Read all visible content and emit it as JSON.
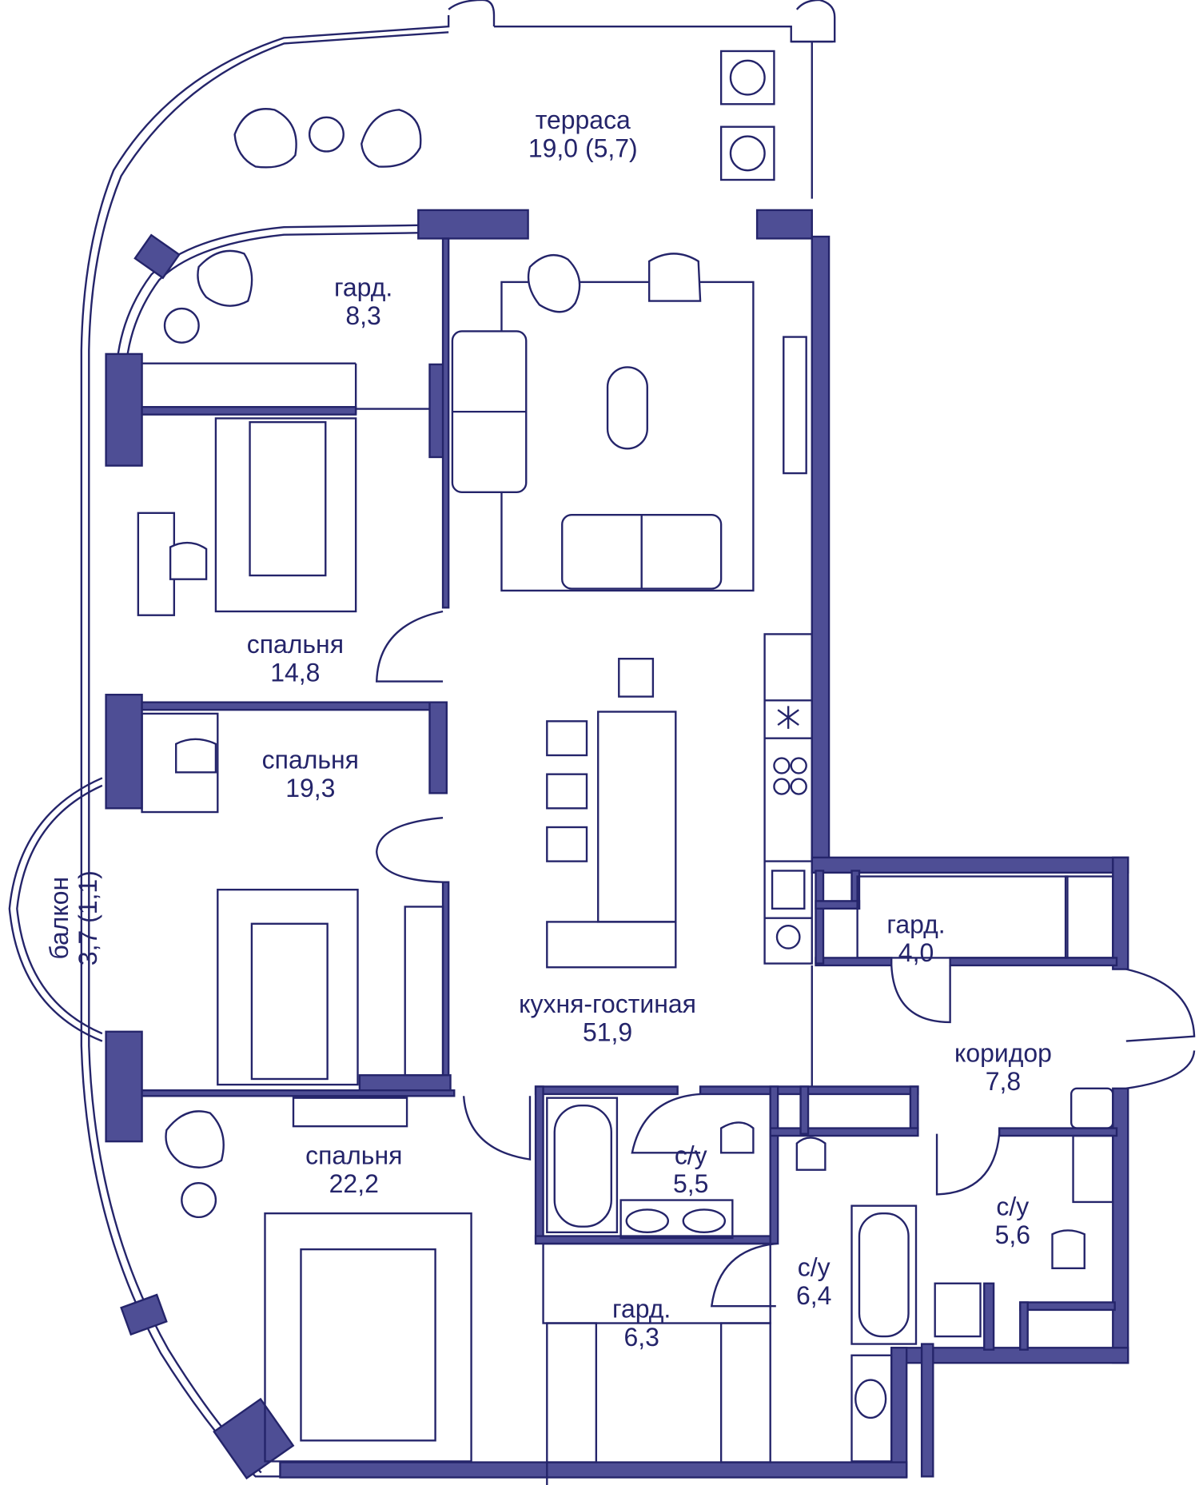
{
  "rooms": {
    "terrace": {
      "name": "терраса",
      "area": "19,0 (5,7)"
    },
    "wardrobe1": {
      "name": "гард.",
      "area": "8,3"
    },
    "bedroom1": {
      "name": "спальня",
      "area": "14,8"
    },
    "bedroom2": {
      "name": "спальня",
      "area": "19,3"
    },
    "balcony": {
      "name": "балкон",
      "area": "3,7 (1,1)"
    },
    "kitchen": {
      "name": "кухня-гостиная",
      "area": "51,9"
    },
    "wardrobe2": {
      "name": "гард.",
      "area": "4,0"
    },
    "corridor": {
      "name": "коридор",
      "area": "7,8"
    },
    "bedroom3": {
      "name": "спальня",
      "area": "22,2"
    },
    "bath1": {
      "name": "с/у",
      "area": "5,5"
    },
    "bath2": {
      "name": "с/у",
      "area": "6,4"
    },
    "bath3": {
      "name": "с/у",
      "area": "5,6"
    },
    "wardrobe3": {
      "name": "гард.",
      "area": "6,3"
    }
  },
  "colors": {
    "wall_fill": "#4e4e95",
    "line": "#24246a",
    "background": "#ffffff"
  },
  "icons": [
    "armchair-icon",
    "sofa-icon",
    "bed-icon",
    "plant-icon",
    "bathtub-icon",
    "toilet-icon",
    "sink-icon",
    "stove-icon",
    "dining-table-icon"
  ]
}
